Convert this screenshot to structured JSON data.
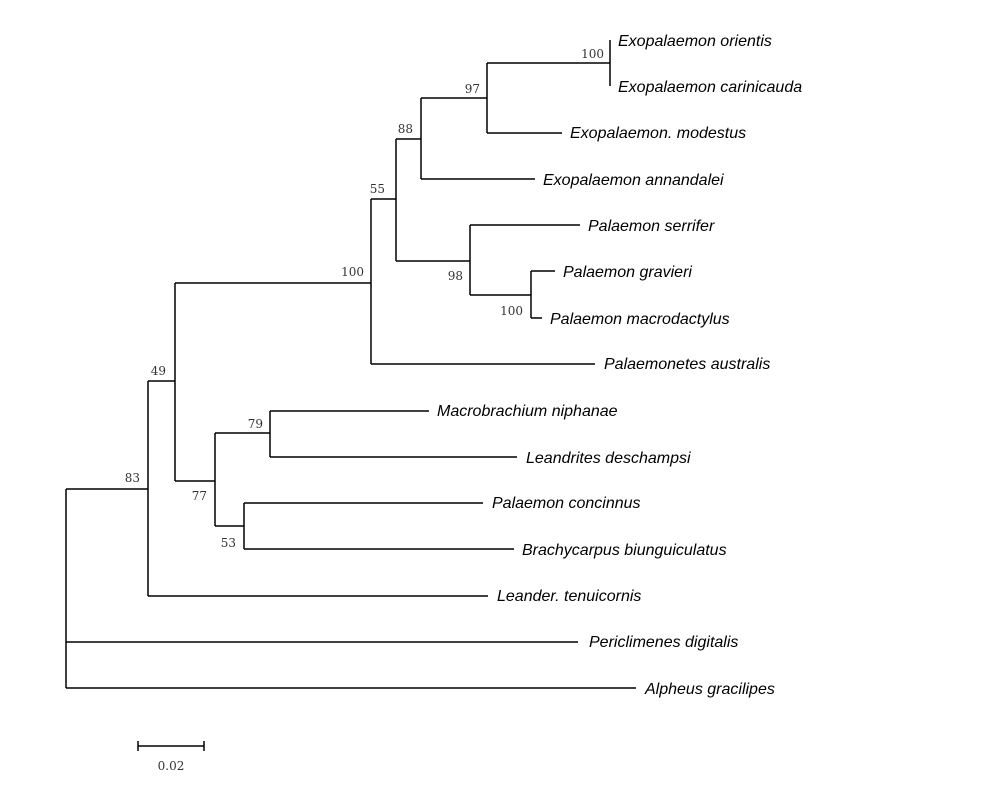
{
  "tree": {
    "taxa": [
      "Exopalaemon orientis",
      "Exopalaemon carinicauda",
      "Exopalaemon. modestus",
      "Exopalaemon annandalei",
      "Palaemon serrifer",
      "Palaemon gravieri",
      "Palaemon macrodactylus",
      "Palaemonetes australis",
      "Macrobrachium niphanae",
      "Leandrites deschampsi",
      "Palaemon concinnus",
      "Brachycarpus biunguiculatus",
      "Leander. tenuicornis",
      "Periclimenes digitalis",
      "Alpheus gracilipes"
    ],
    "support_values": [
      "100",
      "97",
      "88",
      "55",
      "98",
      "100",
      "100",
      "79",
      "77",
      "53",
      "49",
      "83"
    ],
    "scale_bar_label": "0.02"
  }
}
